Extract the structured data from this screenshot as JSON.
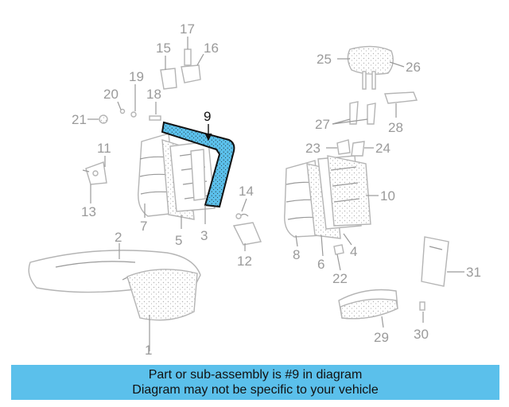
{
  "highlighted_part": "9",
  "callouts": [
    "1",
    "2",
    "3",
    "4",
    "5",
    "6",
    "7",
    "8",
    "9",
    "10",
    "11",
    "12",
    "13",
    "14",
    "15",
    "16",
    "17",
    "18",
    "19",
    "20",
    "21",
    "22",
    "23",
    "24",
    "25",
    "26",
    "27",
    "28",
    "29",
    "30",
    "31"
  ],
  "banner": {
    "line1": "Part or sub-assembly is #9 in diagram",
    "line2": "Diagram may not be specific to your vehicle"
  },
  "colors": {
    "highlight": "#5bc0eb",
    "line_art": "#b4b4b4",
    "label": "#9a9a9a"
  }
}
